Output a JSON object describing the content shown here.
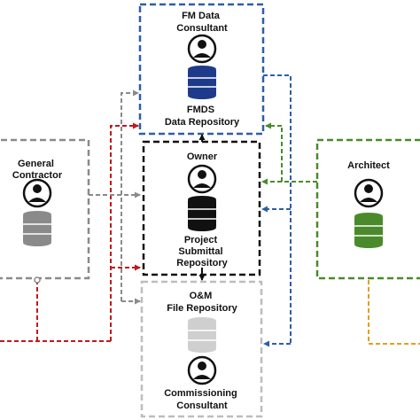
{
  "nodes": {
    "fm_consultant": {
      "lines": [
        "FM Data",
        "Consultant"
      ],
      "border_color": "#2f5da8"
    },
    "fmds": {
      "lines": [
        "FMDS",
        "Data Repository"
      ],
      "db_color": "#1e3a8a"
    },
    "owner": {
      "label": "Owner",
      "border_color": "#111111"
    },
    "project_repo": {
      "lines": [
        "Project",
        "Submittal",
        "Repository"
      ],
      "db_color": "#111111"
    },
    "general_contractor": {
      "lines": [
        "General",
        "Contractor"
      ],
      "border_color": "#8a8a8a",
      "db_color": "#8a8a8a"
    },
    "architect": {
      "label": "Architect",
      "border_color": "#4a8a2a",
      "db_color": "#4a8a2a"
    },
    "om_repo": {
      "lines": [
        "O&M",
        "File Repository"
      ],
      "border_color": "#bdbdbd",
      "db_color": "#cfcfcf"
    },
    "commissioning": {
      "lines": [
        "Commissioning",
        "Consultant"
      ]
    }
  },
  "flow_colors": {
    "contractor_red": "#c0191b",
    "contractor_gray": "#8a8a8a",
    "architect_green": "#4a8a2a",
    "fm_blue": "#2f5da8",
    "gold": "#e0a020",
    "owner_black": "#111111"
  }
}
